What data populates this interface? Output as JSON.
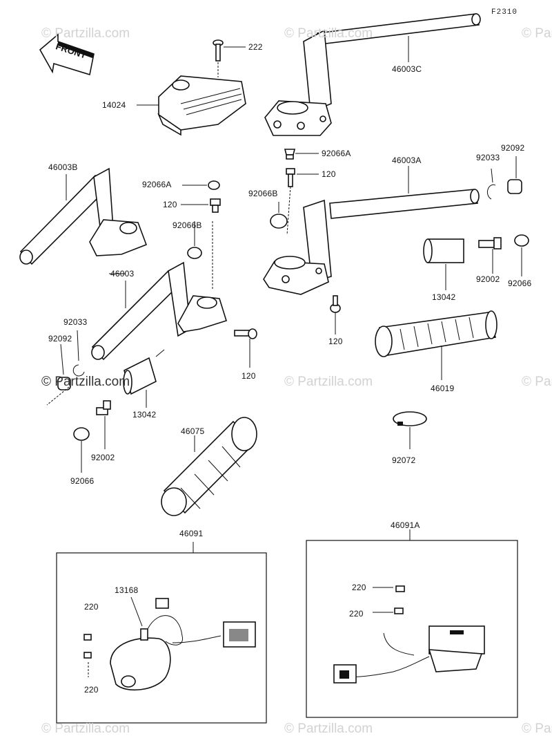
{
  "figure_code": "F2310",
  "front_label": "FRONT",
  "watermark": "© Partzilla.com",
  "labels": {
    "p222": "222",
    "p14024": "14024",
    "p46003C": "46003C",
    "p92066A_top": "92066A",
    "p46003A": "46003A",
    "p92033_r": "92033",
    "p92092_r": "92092",
    "p46003B": "46003B",
    "p92066A_mid": "92066A",
    "p120_mid": "120",
    "p92066B_mid": "92066B",
    "p120_r1": "120",
    "p92066B_r": "92066B",
    "p46003": "46003",
    "p92033_l": "92033",
    "p92092_l": "92092",
    "p120_l": "120",
    "p13042_l": "13042",
    "p92002_l": "92002",
    "p92066_l": "92066",
    "p46075": "46075",
    "p13042_r": "13042",
    "p92002_r": "92002",
    "p92066_r": "92066",
    "p120_r2": "120",
    "p46019": "46019",
    "p92072": "92072",
    "p46091": "46091",
    "p46091A": "46091A",
    "p13168": "13168",
    "p220_a": "220",
    "p220_b": "220",
    "p220_c": "220",
    "p220_d": "220"
  }
}
